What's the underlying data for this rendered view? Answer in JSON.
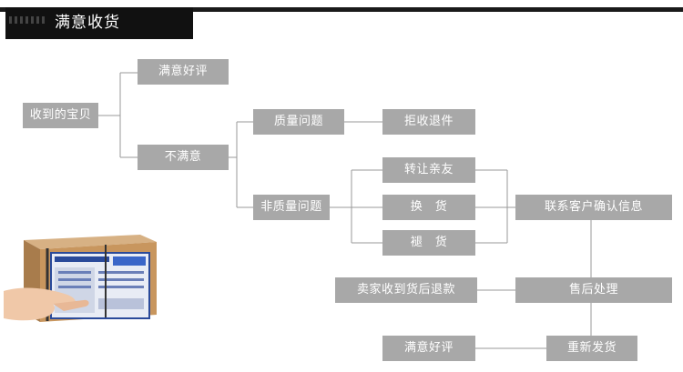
{
  "header": {
    "title": "满意收货"
  },
  "nodes": {
    "received": "收到的宝贝",
    "satisfied_top": "满意好评",
    "unsatisfied": "不满意",
    "quality_issue": "质量问题",
    "reject_return": "拒收退件",
    "non_quality_issue": "非质量问题",
    "gift_to_friend": "转让亲友",
    "exchange": "换　货",
    "return_goods": "褪　货",
    "contact_support": "联系客户确认信息",
    "seller_refund": "卖家收到货后退款",
    "after_sales": "售后处理",
    "satisfied_bottom": "满意好评",
    "reship": "重新发货"
  },
  "colors": {
    "node_bg": "#a8a8a8",
    "line": "#9a9a9a",
    "header_bg": "#111111"
  }
}
